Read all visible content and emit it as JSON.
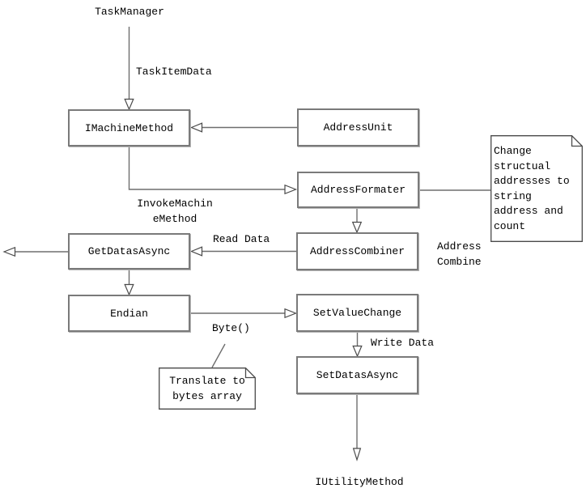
{
  "nodes": {
    "task_manager": {
      "label": "TaskManager"
    },
    "imachine_method": {
      "label": "IMachineMethod"
    },
    "address_unit": {
      "label": "AddressUnit"
    },
    "address_formater": {
      "label": "AddressFormater"
    },
    "address_combiner": {
      "label": "AddressCombiner"
    },
    "get_datas_async": {
      "label": "GetDatasAsync"
    },
    "endian": {
      "label": "Endian"
    },
    "set_value_change": {
      "label": "SetValueChange"
    },
    "set_datas_async": {
      "label": "SetDatasAsync"
    },
    "iutility_method": {
      "label": "IUtilityMethod"
    }
  },
  "edge_labels": {
    "task_item_data": "TaskItemData",
    "invoke_machine_method": "InvokeMachin\neMethod",
    "read_data": "Read Data",
    "address_combine": "Address\nCombine",
    "byte": "Byte()",
    "write_data": "Write Data"
  },
  "notes": {
    "change_structural": "Change structual addresses to string address and count",
    "translate_bytes": "Translate to bytes array"
  },
  "colors": {
    "background": "#ffffff",
    "connector_line": "#6e6e6e",
    "box_border": "#7a7a7a",
    "text": "#000000"
  }
}
